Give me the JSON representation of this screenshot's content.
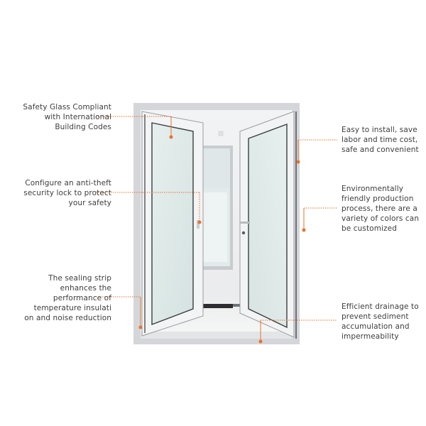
{
  "image": {
    "subject": "double-casement-door-photo",
    "accent_color": "#e8722a"
  },
  "callouts": {
    "left": [
      {
        "lines": [
          "Safety Glass Compliant",
          "with International",
          "Building Codes"
        ]
      },
      {
        "lines": [
          "Configure an anti-theft",
          "security lock to protect",
          "your safety"
        ]
      },
      {
        "lines": [
          "The sealing strip",
          "enhances the",
          "performance of",
          "temperature insulati",
          "on and noise reduction"
        ]
      }
    ],
    "right": [
      {
        "lines": [
          "Easy to install, save",
          "labor and time cost,",
          "safe and convenient"
        ]
      },
      {
        "lines": [
          "Environmentally",
          "friendly production",
          "process, there are a",
          "variety of colors can",
          "be customized"
        ]
      },
      {
        "lines": [
          "Efficient drainage to",
          "prevent sediment",
          "accumulation and",
          "impermeability"
        ]
      }
    ]
  }
}
